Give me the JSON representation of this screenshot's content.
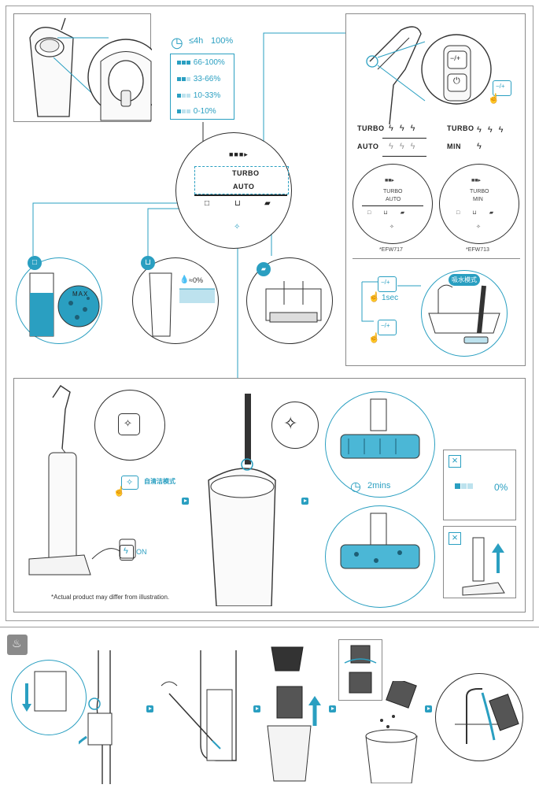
{
  "battery": {
    "runtime_label": "≤4h",
    "full_label": "100%",
    "levels": [
      {
        "label": "66-100%",
        "bars": 3
      },
      {
        "label": "33-66%",
        "bars": 2
      },
      {
        "label": "10-33%",
        "bars": 1
      },
      {
        "label": "0-10%",
        "bars": 0
      }
    ]
  },
  "display": {
    "mode_top": "TURBO",
    "mode_bottom": "AUTO"
  },
  "modes": {
    "turbo_label": "TURBO",
    "auto_label": "AUTO",
    "min_label": "MIN",
    "turbo_label_right": "TURBO",
    "button_minus_plus": "−/+",
    "button_power": "⏻"
  },
  "models": {
    "left": {
      "mode_top": "TURBO",
      "mode_bottom": "AUTO",
      "caption": "*EFW717"
    },
    "right": {
      "mode_top": "TURBO",
      "mode_bottom": "MIN",
      "caption": "*EFW713"
    }
  },
  "refill": {
    "max_label": "MAX",
    "empty_label": "≈0%"
  },
  "water_mode": {
    "press_duration": "1sec",
    "button_label": "−/+",
    "mode_badge": "吸水模式"
  },
  "self_clean": {
    "label": "自清洁模式",
    "power_label": "ON",
    "duration": "2mins",
    "battery_empty": "0%",
    "disclaimer": "*Actual product may differ from illustration."
  }
}
